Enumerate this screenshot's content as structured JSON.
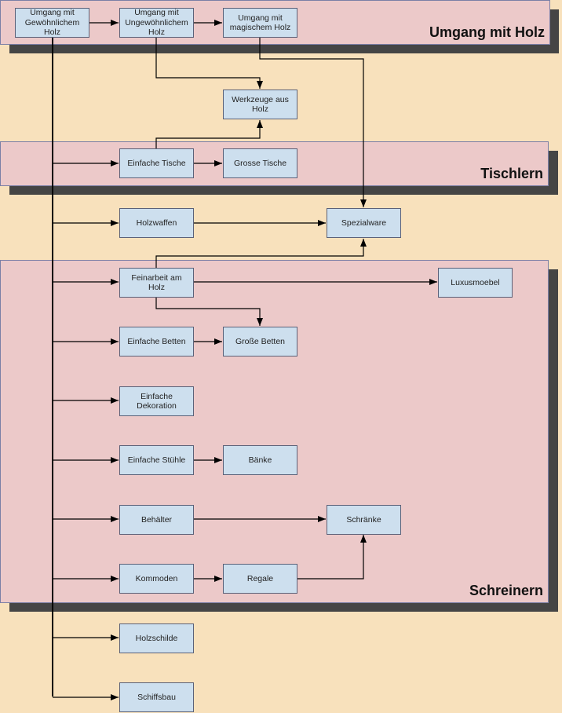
{
  "groups": [
    {
      "id": "umgang",
      "title": "Umgang mit Holz"
    },
    {
      "id": "tischlern",
      "title": "Tischlern"
    },
    {
      "id": "schreinern",
      "title": "Schreinern"
    }
  ],
  "nodes": {
    "gewoehnlich": "Umgang mit\nGewöhnlichem\nHolz",
    "ungewoehnlich": "Umgang mit\nUngewöhnlichem\nHolz",
    "magisch": "Umgang mit\nmagischem Holz",
    "werkzeuge": "Werkzeuge aus\nHolz",
    "einfache_tische": "Einfache Tische",
    "grosse_tische": "Grosse Tische",
    "holzwaffen": "Holzwaffen",
    "spezialware": "Spezialware",
    "feinarbeit": "Feinarbeit am\nHolz",
    "luxusmoebel": "Luxusmoebel",
    "einfache_betten": "Einfache Betten",
    "grosse_betten": "Große Betten",
    "einfache_dekoration": "Einfache\nDekoration",
    "einfache_stuehle": "Einfache Stühle",
    "baenke": "Bänke",
    "behaelter": "Behälter",
    "schraenke": "Schränke",
    "kommoden": "Kommoden",
    "regale": "Regale",
    "holzschilde": "Holzschilde",
    "schiffsbau": "Schiffsbau"
  },
  "edges": [
    [
      "gewoehnlich",
      "ungewoehnlich"
    ],
    [
      "ungewoehnlich",
      "magisch"
    ],
    [
      "ungewoehnlich",
      "werkzeuge"
    ],
    [
      "einfache_tische",
      "werkzeuge"
    ],
    [
      "magisch",
      "spezialware"
    ],
    [
      "gewoehnlich",
      "einfache_tische"
    ],
    [
      "einfache_tische",
      "grosse_tische"
    ],
    [
      "gewoehnlich",
      "holzwaffen"
    ],
    [
      "holzwaffen",
      "spezialware"
    ],
    [
      "feinarbeit",
      "spezialware"
    ],
    [
      "gewoehnlich",
      "feinarbeit"
    ],
    [
      "feinarbeit",
      "luxusmoebel"
    ],
    [
      "feinarbeit",
      "grosse_betten"
    ],
    [
      "gewoehnlich",
      "einfache_betten"
    ],
    [
      "einfache_betten",
      "grosse_betten"
    ],
    [
      "gewoehnlich",
      "einfache_dekoration"
    ],
    [
      "gewoehnlich",
      "einfache_stuehle"
    ],
    [
      "einfache_stuehle",
      "baenke"
    ],
    [
      "gewoehnlich",
      "behaelter"
    ],
    [
      "behaelter",
      "schraenke"
    ],
    [
      "gewoehnlich",
      "kommoden"
    ],
    [
      "kommoden",
      "regale"
    ],
    [
      "regale",
      "schraenke"
    ],
    [
      "gewoehnlich",
      "holzschilde"
    ],
    [
      "gewoehnlich",
      "schiffsbau"
    ]
  ],
  "colors": {
    "background": "#f8e1bc",
    "group_fill": "#ecc9c9",
    "group_shadow": "#454545",
    "node_fill": "#cddfee",
    "node_border": "#5b6178",
    "connector": "#000000"
  }
}
